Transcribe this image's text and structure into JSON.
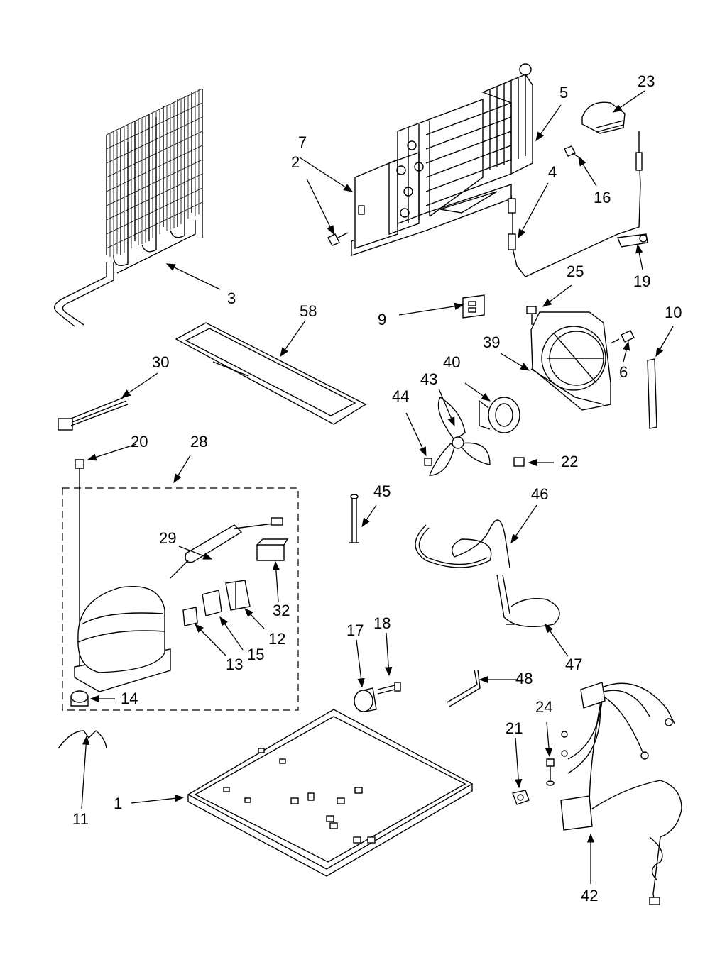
{
  "callouts": {
    "c1": "1",
    "c2": "2",
    "c3": "3",
    "c4": "4",
    "c5": "5",
    "c6": "6",
    "c7": "7",
    "c9": "9",
    "c10": "10",
    "c11": "11",
    "c12": "12",
    "c13": "13",
    "c14": "14",
    "c15": "15",
    "c16": "16",
    "c17": "17",
    "c18": "18",
    "c19": "19",
    "c20": "20",
    "c21": "21",
    "c22": "22",
    "c23": "23",
    "c24": "24",
    "c25": "25",
    "c28": "28",
    "c29": "29",
    "c30": "30",
    "c32": "32",
    "c39": "39",
    "c40": "40",
    "c42": "42",
    "c43": "43",
    "c44": "44",
    "c45": "45",
    "c46": "46",
    "c47": "47",
    "c48": "48",
    "c58": "58"
  }
}
